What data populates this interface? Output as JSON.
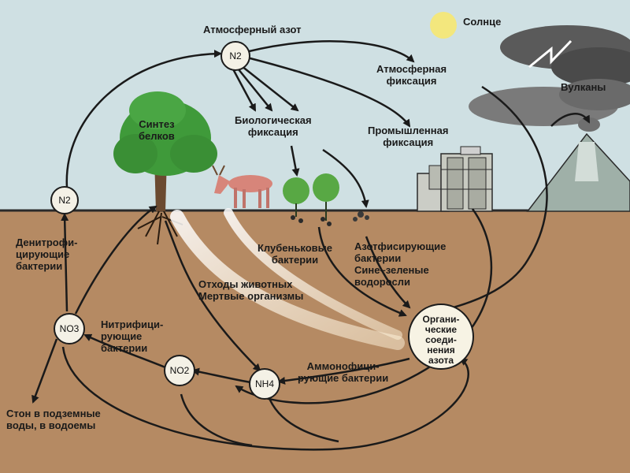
{
  "labels": {
    "atmospheric_nitrogen": "Атмосферный азот",
    "sun": "Солнце",
    "atmospheric_fixation": "Атмосферная\nфиксация",
    "volcanoes": "Вулканы",
    "biological_fixation": "Биологическая\nфиксация",
    "industrial_fixation": "Промышленная\nфиксация",
    "protein_synthesis": "Синтез\nбелков",
    "denitrifying_bacteria": "Денитрофи-\nцирующие\nбактерии",
    "nodule_bacteria": "Клубеньковые\nбактерии",
    "azotobacter": "Азотфисирующие\nбактерии\nСине–зеленые\nводоросли",
    "animal_waste": "Отходы животных\nМертвые организмы",
    "organic_nitrogen": "Органи-\nческие\nсоеди-\nнения\nазота",
    "nitrifying_bacteria": "Нитрифици-\nрующие\nбактерии",
    "ammonifying_bacteria": "Аммонофици-\nрующие бактерии",
    "runoff": "Стон в подземные\nводы, в водоемы"
  },
  "nodes": {
    "n2_top": "N2",
    "n2_left": "N2",
    "no3": "NO3",
    "no2": "NO2",
    "nh4": "NH4"
  },
  "colors": {
    "sky": "#cfe0e3",
    "soil": "#b58a63",
    "tree": "#3f9a3a",
    "arrow": "#1a1a1a"
  }
}
